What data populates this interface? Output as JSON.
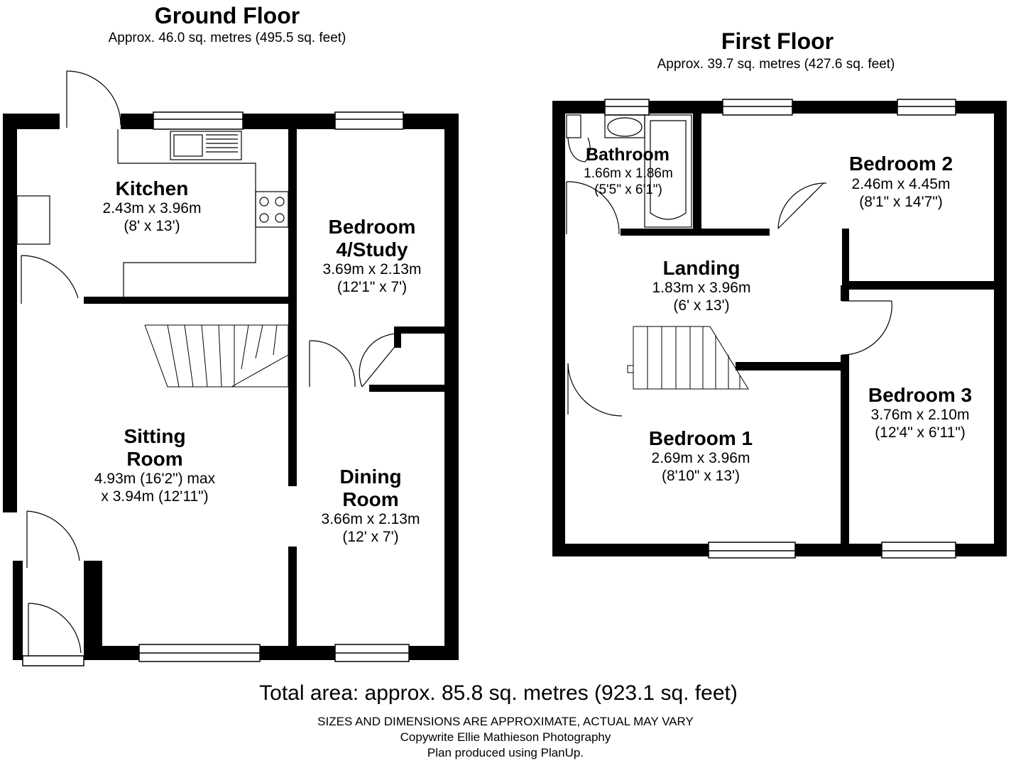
{
  "ground_floor": {
    "title": "Ground Floor",
    "area": "Approx. 46.0 sq. metres (495.5 sq. feet)",
    "rooms": {
      "kitchen": {
        "name": "Kitchen",
        "dim1": "2.43m x 3.96m",
        "dim2": "(8' x 13')"
      },
      "bedroom4": {
        "name1": "Bedroom",
        "name2": "4/Study",
        "dim1": "3.69m x 2.13m",
        "dim2": "(12'1\" x 7')"
      },
      "sitting": {
        "name1": "Sitting",
        "name2": "Room",
        "dim1": "4.93m (16'2\") max",
        "dim2": "x 3.94m (12'11\")"
      },
      "dining": {
        "name1": "Dining",
        "name2": "Room",
        "dim1": "3.66m x 2.13m",
        "dim2": "(12' x 7')"
      }
    }
  },
  "first_floor": {
    "title": "First Floor",
    "area": "Approx. 39.7 sq. metres (427.6 sq. feet)",
    "rooms": {
      "bathroom": {
        "name": "Bathroom",
        "dim1": "1.66m x 1.86m",
        "dim2": "(5'5\" x 6'1\")"
      },
      "bedroom2": {
        "name": "Bedroom 2",
        "dim1": "2.46m x 4.45m",
        "dim2": "(8'1\" x 14'7\")"
      },
      "landing": {
        "name": "Landing",
        "dim1": "1.83m x 3.96m",
        "dim2": "(6' x 13')"
      },
      "bedroom1": {
        "name": "Bedroom 1",
        "dim1": "2.69m x 3.96m",
        "dim2": "(8'10\" x 13')"
      },
      "bedroom3": {
        "name": "Bedroom 3",
        "dim1": "3.76m x 2.10m",
        "dim2": "(12'4\" x 6'11\")"
      }
    }
  },
  "footer": {
    "total": "Total area: approx. 85.8 sq. metres (923.1 sq. feet)",
    "disclaimer": "SIZES AND DIMENSIONS ARE APPROXIMATE, ACTUAL MAY VARY",
    "copyright": "Copywrite Ellie Mathieson Photography",
    "produced": "Plan produced using PlanUp."
  },
  "colors": {
    "wall": "#000000",
    "fixture": "#000000",
    "background": "#ffffff"
  }
}
